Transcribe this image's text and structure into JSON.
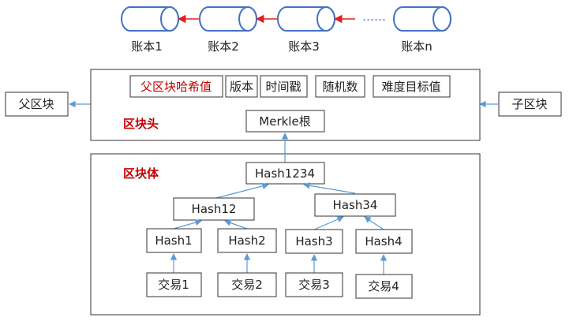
{
  "ledgers": [
    "账本1",
    "账本2",
    "账本3",
    "账本n"
  ],
  "ellipsis": "……",
  "parent_block": "父区块",
  "child_block": "子区块",
  "header": {
    "title": "区块头",
    "prev_hash": "父区块哈希值",
    "version": "版本",
    "timestamp": "时间戳",
    "nonce": "随机数",
    "difficulty": "难度目标值",
    "merkle_root": "Merkle根"
  },
  "body": {
    "title": "区块体",
    "root": "Hash1234",
    "level1": [
      "Hash12",
      "Hash34"
    ],
    "hashes": [
      "Hash1",
      "Hash2",
      "Hash3",
      "Hash4"
    ],
    "transactions": [
      "交易1",
      "交易2",
      "交易3",
      "交易4"
    ]
  },
  "colors": {
    "highlight": "#c00000",
    "arrow_red": "#e02020",
    "arrow_blue": "#5b9bd5",
    "cylinder_stroke": "#4472c4"
  }
}
